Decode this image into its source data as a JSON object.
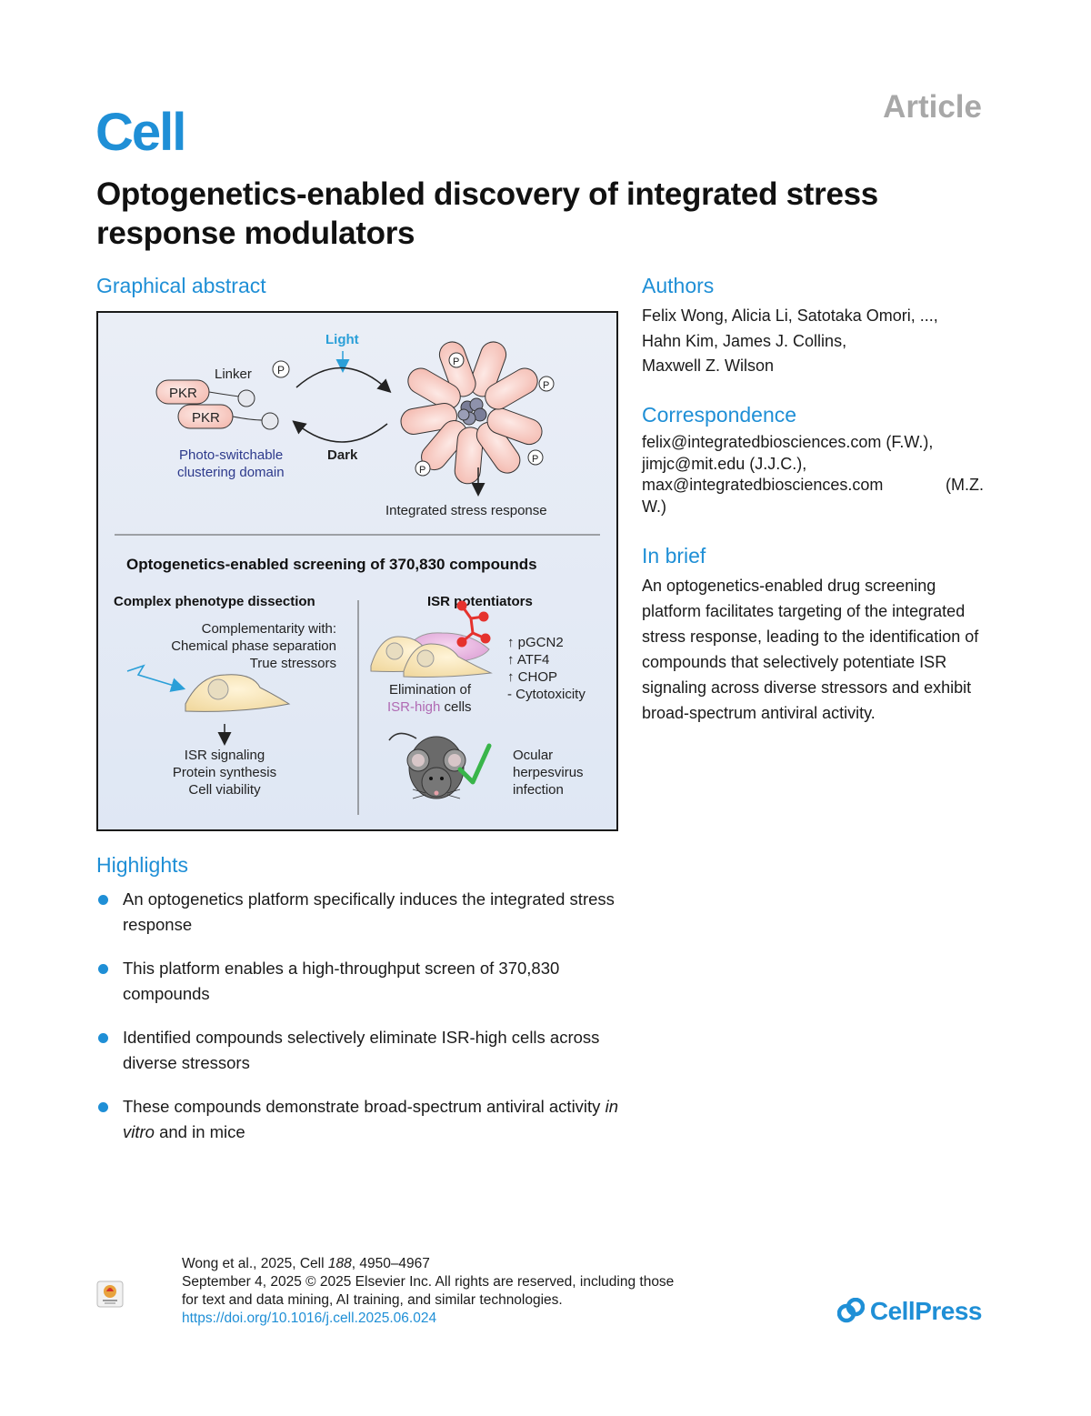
{
  "header": {
    "journal": "Cell",
    "article_type": "Article"
  },
  "title": "Optogenetics-enabled discovery of integrated stress response modulators",
  "graphical_abstract": {
    "heading": "Graphical abstract",
    "labels": {
      "light": "Light",
      "dark": "Dark",
      "linker": "Linker",
      "pkr1": "PKR",
      "pkr2": "PKR",
      "phospho": "P",
      "photo_switchable_1": "Photo-switchable",
      "photo_switchable_2": "clustering domain",
      "isr_out": "Integrated stress response",
      "screen_title": "Optogenetics-enabled screening of 370,830 compounds",
      "left_heading": "Complex phenotype dissection",
      "comp_1": "Complementarity with:",
      "comp_2": "Chemical phase separation",
      "comp_3": "True stressors",
      "out_1": "ISR signaling",
      "out_2": "Protein synthesis",
      "out_3": "Cell viability",
      "right_heading": "ISR potentiators",
      "pot_1": "↑ pGCN2",
      "pot_2": "↑ ATF4",
      "pot_3": "↑ CHOP",
      "pot_4": "- Cytotoxicity",
      "elim_1": "Elimination of",
      "elim_2a": "ISR-high",
      "elim_2b": " cells",
      "ocular_1": "Ocular",
      "ocular_2": "herpesvirus",
      "ocular_3": "infection"
    }
  },
  "authors": {
    "heading": "Authors",
    "lines": [
      "Felix Wong, Alicia Li, Satotaka Omori, ...,",
      "Hahn Kim, James J. Collins,",
      "Maxwell Z. Wilson"
    ]
  },
  "correspondence": {
    "heading": "Correspondence",
    "lines": [
      "felix@integratedbiosciences.com (F.W.),",
      "jimjc@mit.edu (J.J.C.),",
      "max@integratedbiosciences.com",
      "(M.Z.",
      "W.)"
    ]
  },
  "in_brief": {
    "heading": "In brief",
    "text": "An optogenetics-enabled drug screening platform facilitates targeting of the integrated stress response, leading to the identification of compounds that selectively potentiate ISR signaling across diverse stressors and exhibit broad-spectrum antiviral activity."
  },
  "highlights": {
    "heading": "Highlights",
    "items": [
      "An optogenetics platform specifically induces the integrated stress response",
      "This platform enables a high-throughput screen of 370,830 compounds",
      "Identified compounds selectively eliminate ISR-high cells across diverse stressors"
    ],
    "item4_pre": "These compounds demonstrate broad-spectrum antiviral activity ",
    "item4_italic": "in vitro",
    "item4_post": " and in mice"
  },
  "footer": {
    "citation_pre": "Wong et al., 2025, Cell ",
    "citation_volume": "188",
    "citation_post": ", 4950–4967",
    "copyright_1": "September 4, 2025 © 2025 Elsevier Inc. All rights are reserved, including those",
    "copyright_2": "for text and data mining, AI training, and similar technologies.",
    "doi": "https://doi.org/10.1016/j.cell.2025.06.024",
    "publisher": "CellPress"
  },
  "colors": {
    "accent": "#1f8fd6",
    "abstract_bg": "#e8eef8",
    "pkr_fill": "#f9d7d2",
    "isr_high": "#b06ab3",
    "check": "#39b54a",
    "molecule": "#e5322d"
  },
  "icons": [
    "check-for-updates-icon",
    "cellpress-logo-icon",
    "mouse-icon",
    "checkmark-icon",
    "lightning-icon",
    "molecule-icon"
  ]
}
